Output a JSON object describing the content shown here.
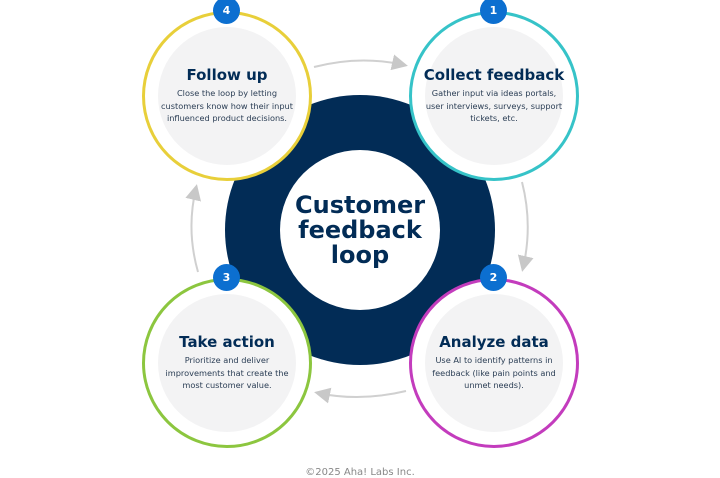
{
  "title": "Customer feedback loop",
  "steps": [
    {
      "number": "1",
      "title": "Collect feedback",
      "description": "Gather input via ideas portals, user interviews, surveys, support tickets, etc.",
      "color": "#36c3c8"
    },
    {
      "number": "2",
      "title": "Analyze data",
      "description": "Use AI to identify patterns in feedback (like pain points and unmet needs).",
      "color": "#c33cbd"
    },
    {
      "number": "3",
      "title": "Take action",
      "description": "Prioritize and deliver improvements that create the most customer value.",
      "color": "#8cc63f"
    },
    {
      "number": "4",
      "title": "Follow up",
      "description": "Close the loop by letting customers know how their input influenced product decisions.",
      "color": "#e8cf3a"
    }
  ],
  "footer": "©2025 Aha! Labs Inc."
}
